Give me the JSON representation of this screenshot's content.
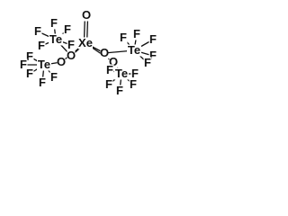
{
  "molecule": {
    "atoms": [
      {
        "id": "xe",
        "symbol": "Xe"
      },
      {
        "id": "o0",
        "symbol": "O"
      },
      {
        "id": "o1",
        "symbol": "O"
      },
      {
        "id": "o2",
        "symbol": "O"
      },
      {
        "id": "o3",
        "symbol": "O"
      },
      {
        "id": "o4",
        "symbol": "O"
      },
      {
        "id": "te1",
        "symbol": "Te"
      },
      {
        "id": "te2",
        "symbol": "Te"
      },
      {
        "id": "te3",
        "symbol": "Te"
      },
      {
        "id": "te4",
        "symbol": "Te"
      },
      {
        "id": "f1a",
        "symbol": "F"
      },
      {
        "id": "f1b",
        "symbol": "F"
      },
      {
        "id": "f1c",
        "symbol": "F"
      },
      {
        "id": "f1d",
        "symbol": "F"
      },
      {
        "id": "f1e",
        "symbol": "F"
      },
      {
        "id": "f2a",
        "symbol": "F"
      },
      {
        "id": "f2b",
        "symbol": "F"
      },
      {
        "id": "f2c",
        "symbol": "F"
      },
      {
        "id": "f2d",
        "symbol": "F"
      },
      {
        "id": "f2e",
        "symbol": "F"
      },
      {
        "id": "f3a",
        "symbol": "F"
      },
      {
        "id": "f3b",
        "symbol": "F"
      },
      {
        "id": "f3c",
        "symbol": "F"
      },
      {
        "id": "f3d",
        "symbol": "F"
      },
      {
        "id": "f3e",
        "symbol": "F"
      },
      {
        "id": "f4a",
        "symbol": "F"
      },
      {
        "id": "f4b",
        "symbol": "F"
      },
      {
        "id": "f4c",
        "symbol": "F"
      },
      {
        "id": "f4d",
        "symbol": "F"
      },
      {
        "id": "f4e",
        "symbol": "F"
      }
    ],
    "bonds": [
      {
        "from": "xe",
        "to": "o0",
        "order": 2
      },
      {
        "from": "xe",
        "to": "o1",
        "order": 1
      },
      {
        "from": "xe",
        "to": "o2",
        "order": 1
      },
      {
        "from": "xe",
        "to": "o3",
        "order": 1
      },
      {
        "from": "xe",
        "to": "o4",
        "order": 1
      },
      {
        "from": "o1",
        "to": "te1",
        "order": 1
      },
      {
        "from": "o2",
        "to": "te2",
        "order": 1
      },
      {
        "from": "o3",
        "to": "te3",
        "order": 1
      },
      {
        "from": "o4",
        "to": "te4",
        "order": 1
      },
      {
        "from": "te1",
        "to": "f1a",
        "order": 1
      },
      {
        "from": "te1",
        "to": "f1b",
        "order": 1
      },
      {
        "from": "te1",
        "to": "f1c",
        "order": 1
      },
      {
        "from": "te1",
        "to": "f1d",
        "order": 1
      },
      {
        "from": "te1",
        "to": "f1e",
        "order": 1
      },
      {
        "from": "te2",
        "to": "f2a",
        "order": 1
      },
      {
        "from": "te2",
        "to": "f2b",
        "order": 1
      },
      {
        "from": "te2",
        "to": "f2c",
        "order": 1
      },
      {
        "from": "te2",
        "to": "f2d",
        "order": 1
      },
      {
        "from": "te2",
        "to": "f2e",
        "order": 1
      },
      {
        "from": "te3",
        "to": "f3a",
        "order": 1
      },
      {
        "from": "te3",
        "to": "f3b",
        "order": 1
      },
      {
        "from": "te3",
        "to": "f3c",
        "order": 1
      },
      {
        "from": "te3",
        "to": "f3d",
        "order": 1
      },
      {
        "from": "te3",
        "to": "f3e",
        "order": 1
      },
      {
        "from": "te4",
        "to": "f4a",
        "order": 1
      },
      {
        "from": "te4",
        "to": "f4b",
        "order": 1
      },
      {
        "from": "te4",
        "to": "f4c",
        "order": 1
      },
      {
        "from": "te4",
        "to": "f4d",
        "order": 1
      },
      {
        "from": "te4",
        "to": "f4e",
        "order": 1
      }
    ]
  }
}
